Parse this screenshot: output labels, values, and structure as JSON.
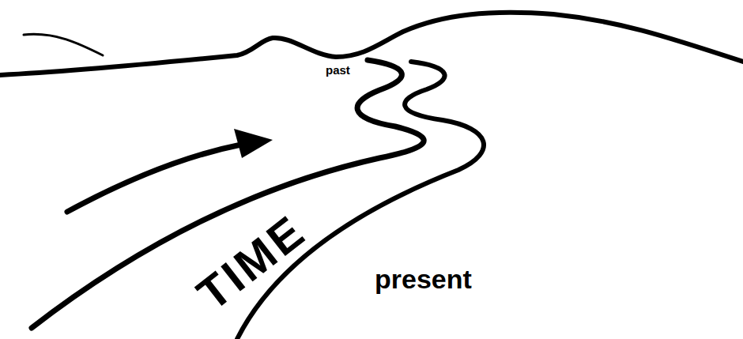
{
  "diagram": {
    "labels": [
      "past",
      "TIME",
      "present"
    ]
  }
}
